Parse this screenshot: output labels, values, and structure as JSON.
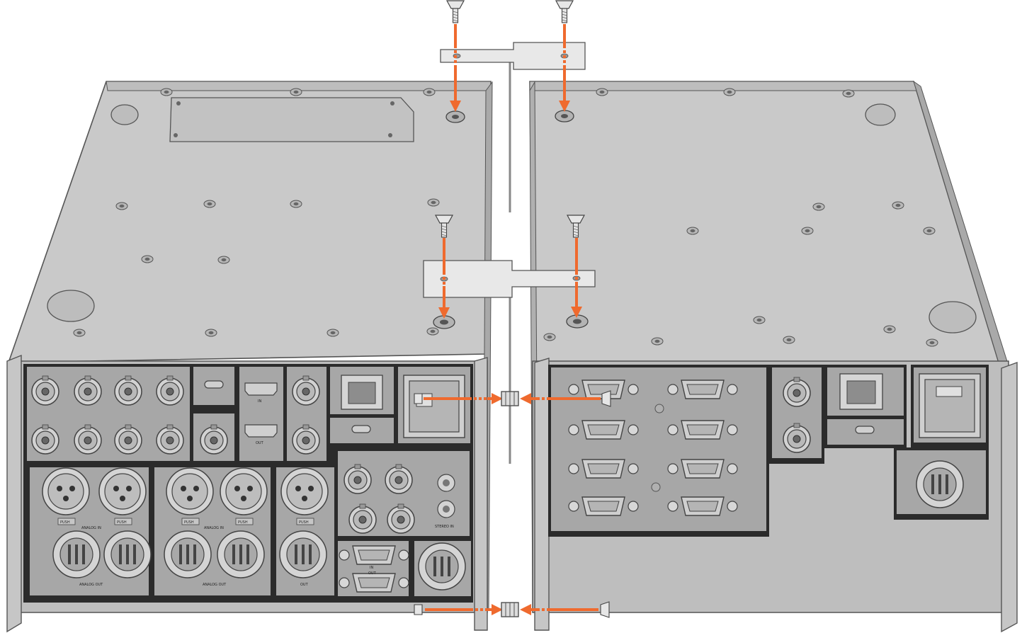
{
  "diagram": {
    "type": "rack-mount-assembly",
    "colors": {
      "chassis_top": "#c9c9c9",
      "chassis_side": "#a9a9a9",
      "panel": "#2b2b2b",
      "panel_cell": "#a7a7a7",
      "bracket": "#e8e8e8",
      "arrow": "#ef6a2e",
      "outline": "#555555"
    },
    "steps": {
      "top_screws": 2,
      "middle_screws": 2,
      "side_joiners": 2
    },
    "panel_labels": {
      "analog_in_left": "ANALOG IN",
      "analog_in_mid": "ANALOG IN",
      "analog_out_left": "ANALOG OUT",
      "analog_out_mid": "ANALOG OUT",
      "push": "PUSH",
      "stereo_in": "STEREO IN",
      "in": "IN",
      "out": "OUT",
      "hdmi_in": "IN",
      "hdmi_out": "OUT"
    }
  }
}
